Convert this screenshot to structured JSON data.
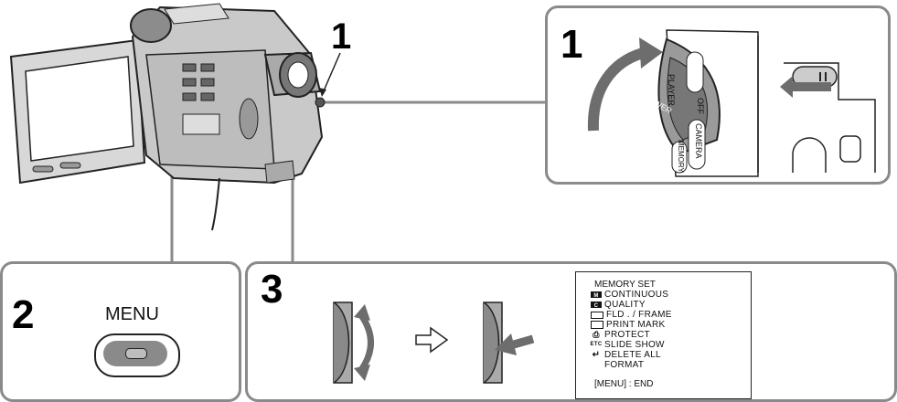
{
  "steps": {
    "step1_camera": "1",
    "step1_panel": "1",
    "step2": "2",
    "step3": "3"
  },
  "power_switch": {
    "player": "PLAYER",
    "off": "OFF",
    "power": "POWER",
    "camera": "CAMERA",
    "memory": "MEMORY"
  },
  "menu_button_label": "MENU",
  "memory_menu": {
    "title": "MEMORY SET",
    "items": [
      {
        "icon": "memory-set-icon",
        "label": "CONTINUOUS"
      },
      {
        "icon": "quality-icon",
        "label": "QUALITY"
      },
      {
        "icon": "frame-icon",
        "label": "FLD . / FRAME"
      },
      {
        "icon": "print-mark-icon",
        "label": "PRINT MARK"
      },
      {
        "icon": "protect-icon",
        "label": "PROTECT"
      },
      {
        "icon": "etc-icon",
        "label": "SLIDE SHOW",
        "icon_text": "ETC"
      },
      {
        "icon": "return-icon",
        "label": "DELETE ALL"
      },
      {
        "icon": "",
        "label": "FORMAT"
      }
    ],
    "footer": "[MENU] : END"
  }
}
